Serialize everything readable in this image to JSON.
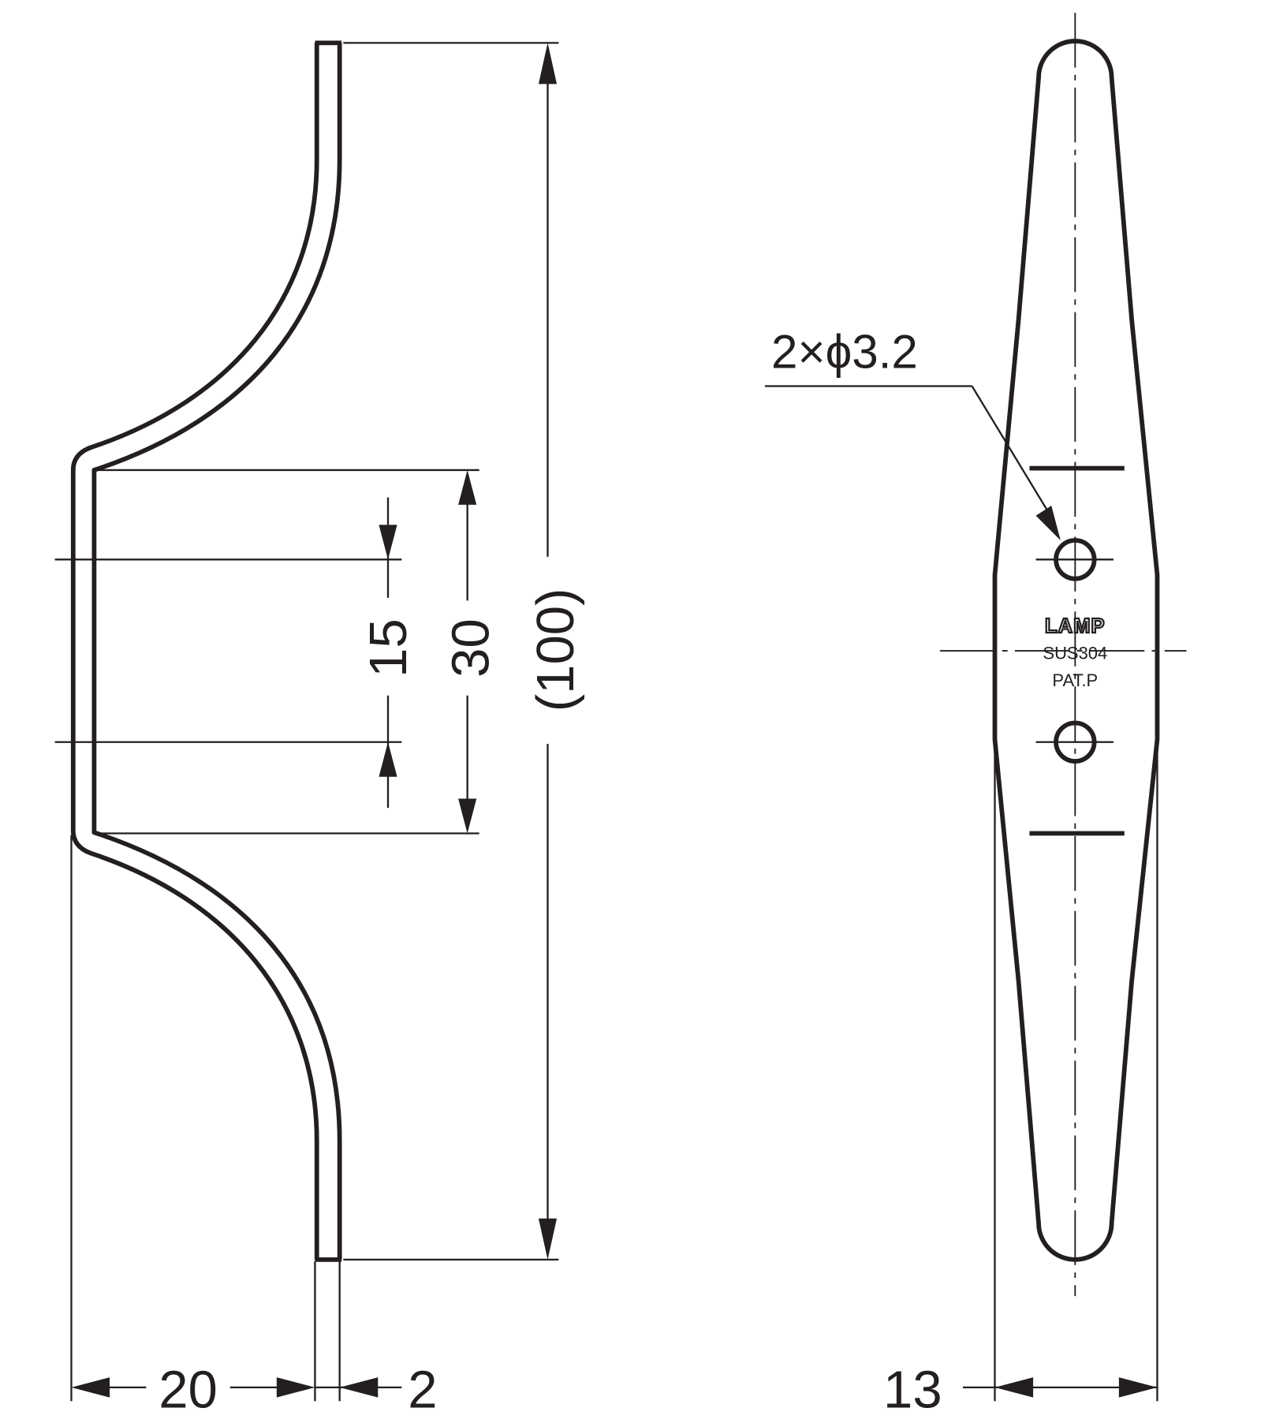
{
  "drawing": {
    "type": "technical-drawing",
    "subject": "Coat hook (two-arm), side and front views",
    "line_color": "#231f20",
    "background": "#ffffff"
  },
  "side_view": {
    "dimensions": {
      "overall_height": "(100)",
      "mounting_span": "30",
      "hole_pitch": "15",
      "projection": "20",
      "thickness": "2"
    }
  },
  "front_view": {
    "hole_callout": "2×ϕ3.2",
    "width": "13",
    "markings": {
      "logo": "LAMP",
      "material": "SUS304",
      "patent": "PAT.P"
    }
  }
}
